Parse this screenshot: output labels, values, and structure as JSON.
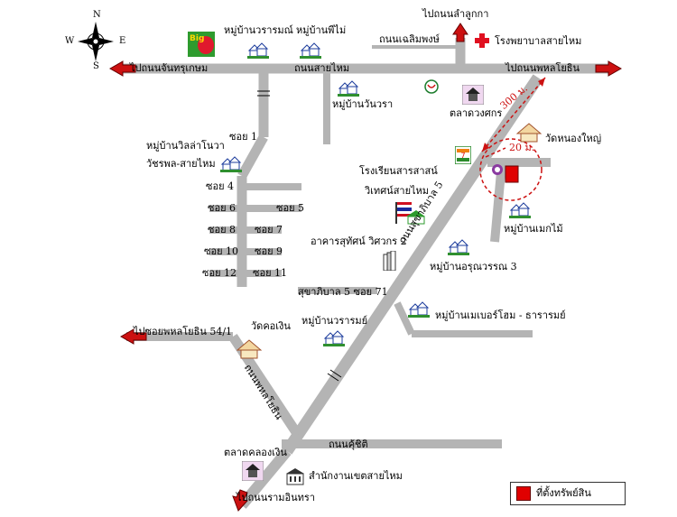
{
  "map": {
    "compass": {
      "n": "N",
      "s": "S",
      "e": "E",
      "w": "W"
    },
    "labels": {
      "to_lam_luk_ka": "ไปถนนลำลูกกา",
      "thanon_chaloem_phong": "ถนนเฉลิมพงษ์",
      "hospital": "โรงพยาบาลสายไหม",
      "to_chan_thurakasem": "ไปถนนจันทรุเกษม",
      "thanon_sai_mai": "ถนนสายไหม",
      "to_phahonyothin": "ไปถนนพหลโยธิน",
      "vill_warorot": "หมู่บ้านวรารมณ์",
      "vill_pruksa": "หมู่บ้านพีไม่",
      "vill_wanwara": "หมู่บ้านวันวรา",
      "talat_wong_sakorn": "ตลาดวงศกร",
      "dist_300": "300 ม.",
      "dist_20": "20 ม.",
      "wat_nong_yai": "วัดหนองใหญ่",
      "vill_villa_nova": "หมู่บ้านวิลล่าโนวา",
      "watcharaphon": "วัชรพล-สายไหม",
      "soi_1": "ซอย 1",
      "soi_4": "ซอย 4",
      "soi_5": "ซอย 5",
      "soi_6": "ซอย 6",
      "soi_7": "ซอย 7",
      "soi_8": "ซอย 8",
      "soi_9": "ซอย 9",
      "soi_10": "ซอย 10",
      "soi_11": "ซอย 11",
      "soi_12": "ซอย 12",
      "school_1": "โรงเรียนสารสาสน์",
      "school_2": "วิเทศน์สายไหม",
      "vill_mek_mai": "หมู่บ้านเมกไม้",
      "building": "อาคารสุทัศน์ วิศวกร 2",
      "sukhaphiban_5": "ถนนสุขาภิบาล 5",
      "vill_arun": "หมู่บ้านอรุณวรรณ 3",
      "sukhaphiban_soi71": "สุขาภิบาล 5 ซอย 71",
      "to_soi_phahon": "ไปซอยพหลโยธิน 54/1",
      "wat_khok_ngoen": "วัดคอเงิน",
      "vill_wararom": "หมู่บ้านวรารมย์",
      "vill_mabrohom": "หมู่บ้านเมเบอร์โฮม - ธารารมย์",
      "thanon_phahonyothin_road": "ถนนพหลโยธิน",
      "thanon_chutichai": "ถนนคุ้ชิติ",
      "talat_khok_ngoen": "ตลาดคลองเงิน",
      "sai_mai_office": "สำนักงานเขตสายไหม",
      "to_ram_inthra": "ไปถนนรามอินทรา"
    },
    "legend": {
      "label": "ที่ตั้งทรัพย์สิน"
    },
    "colors": {
      "road": "#b4b4b4",
      "arrow": "#cc1111",
      "marker": "#e00000",
      "circle": "#cc1111"
    }
  }
}
